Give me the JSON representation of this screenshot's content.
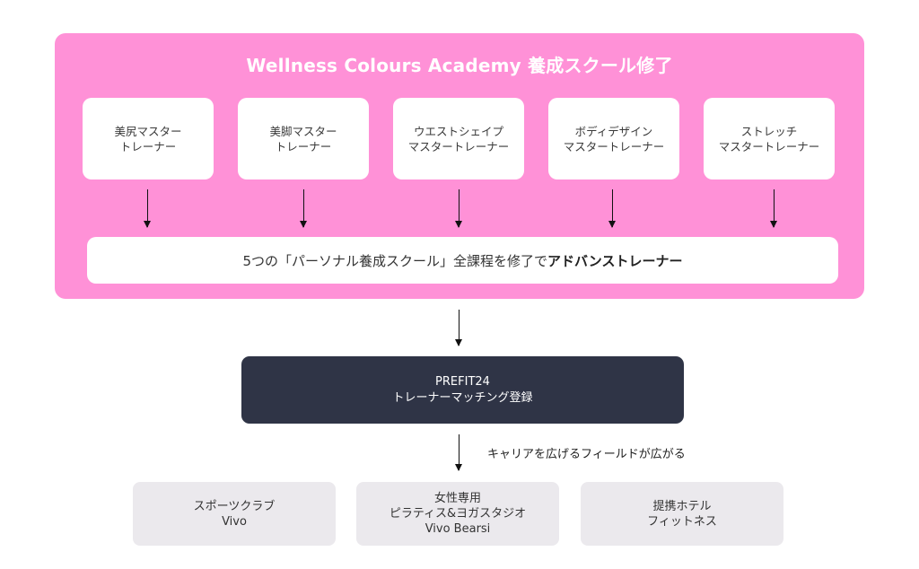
{
  "academy": {
    "title": "Wellness Colours Academy 養成スクール修了",
    "courses": [
      {
        "line1": "美尻マスター",
        "line2": "トレーナー"
      },
      {
        "line1": "美脚マスター",
        "line2": "トレーナー"
      },
      {
        "line1": "ウエストシェイプ",
        "line2": "マスタートレーナー"
      },
      {
        "line1": "ボディデザイン",
        "line2": "マスタートレーナー"
      },
      {
        "line1": "ストレッチ",
        "line2": "マスタートレーナー"
      }
    ],
    "completion": {
      "text": "5つの「パーソナル養成スクール」全課程を修了で",
      "emphasis": "アドバンストレーナー"
    }
  },
  "registration": {
    "line1": "PREFIT24",
    "line2": "トレーナーマッチング登録"
  },
  "career_note": "キャリアを広げるフィールドが広がる",
  "destinations": [
    {
      "lines": [
        "スポーツクラブ",
        "Vivo"
      ]
    },
    {
      "lines": [
        "女性専用",
        "ピラティス&ヨガスタジオ",
        "Vivo Bearsi"
      ]
    },
    {
      "lines": [
        "提携ホテル",
        "フィットネス"
      ]
    }
  ],
  "colors": {
    "panel": "#ff91d7",
    "card": "#ffffff",
    "dark_box": "#2f3446",
    "destination_box": "#ebe9ed",
    "arrow": "#111111"
  }
}
